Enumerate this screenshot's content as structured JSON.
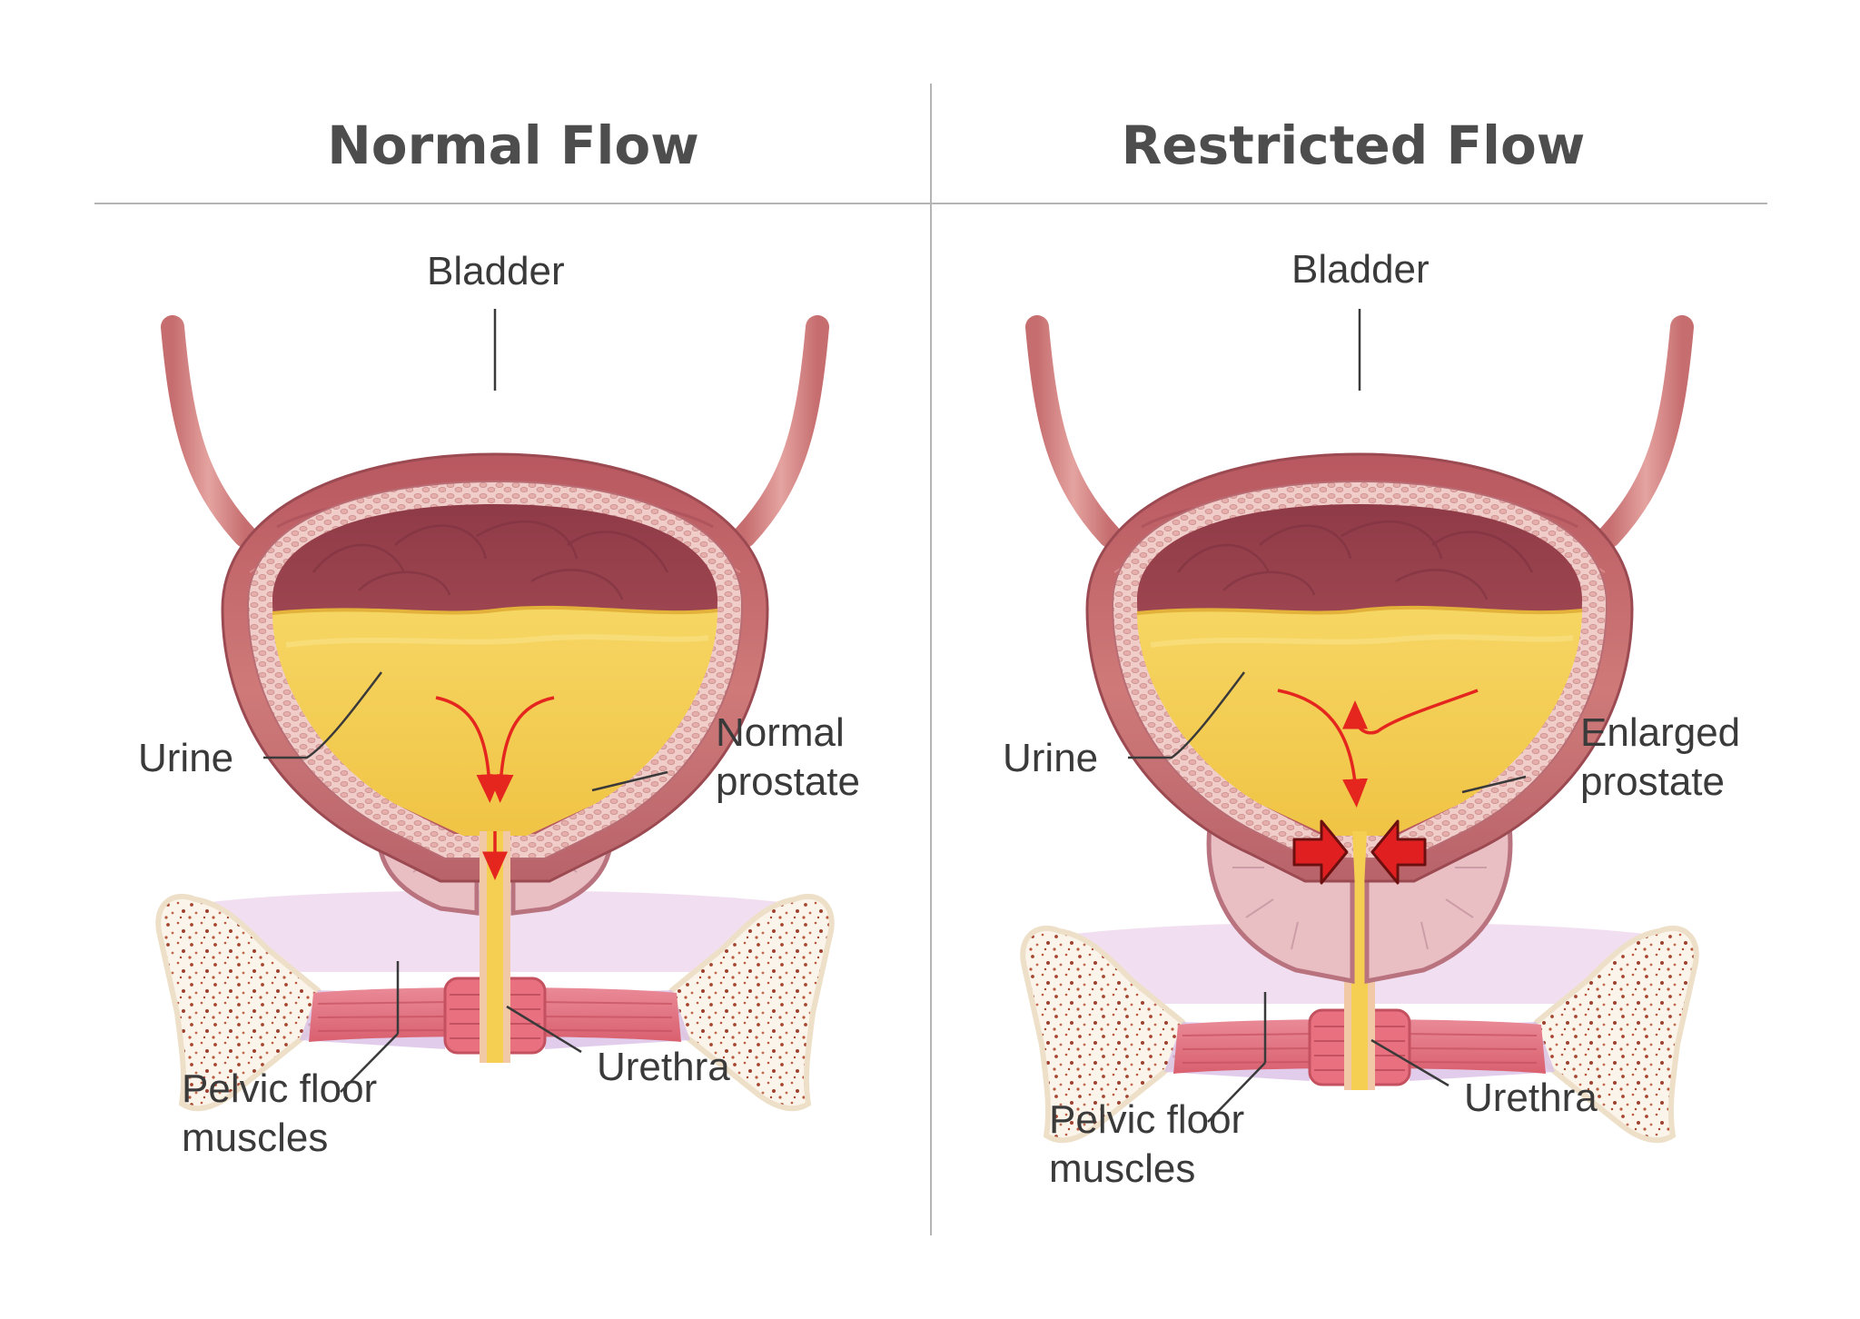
{
  "panels": [
    {
      "id": "normal",
      "title": "Normal Flow",
      "labels": {
        "bladder": "Bladder",
        "urine": "Urine",
        "prostate": [
          "Normal",
          "prostate"
        ],
        "urethra": "Urethra",
        "pelvic_floor": [
          "Pelvic floor",
          "muscles"
        ]
      }
    },
    {
      "id": "restricted",
      "title": "Restricted Flow",
      "labels": {
        "bladder": "Bladder",
        "urine": "Urine",
        "prostate": [
          "Enlarged",
          "prostate"
        ],
        "urethra": "Urethra",
        "pelvic_floor": [
          "Pelvic floor",
          "muscles"
        ]
      }
    }
  ],
  "colors": {
    "title_text": "#4d4d4d",
    "label_text": "#3a3a3a",
    "divider": "#b5b5b5",
    "bladder_wall": "#c96d6d",
    "bladder_wall_dark": "#a84f55",
    "bladder_inner_lining": "#e8b7b4",
    "bladder_cavity": "#a94b55",
    "urine": "#f4cf52",
    "urine_surface": "#e6b83a",
    "prostate": "#e9bfc4",
    "prostate_outline": "#b8737e",
    "pelvic_bone": "#fbf4ea",
    "pelvic_speckle": "#9e4130",
    "pelvic_membrane": "#eedcec",
    "pelvic_muscle": "#e07787",
    "flow_arrow": "#e4261f",
    "compression_arrow": "#e02020"
  },
  "icons": [
    "bladder-illustration",
    "flow-arrow-icon",
    "compression-arrow-icon"
  ]
}
